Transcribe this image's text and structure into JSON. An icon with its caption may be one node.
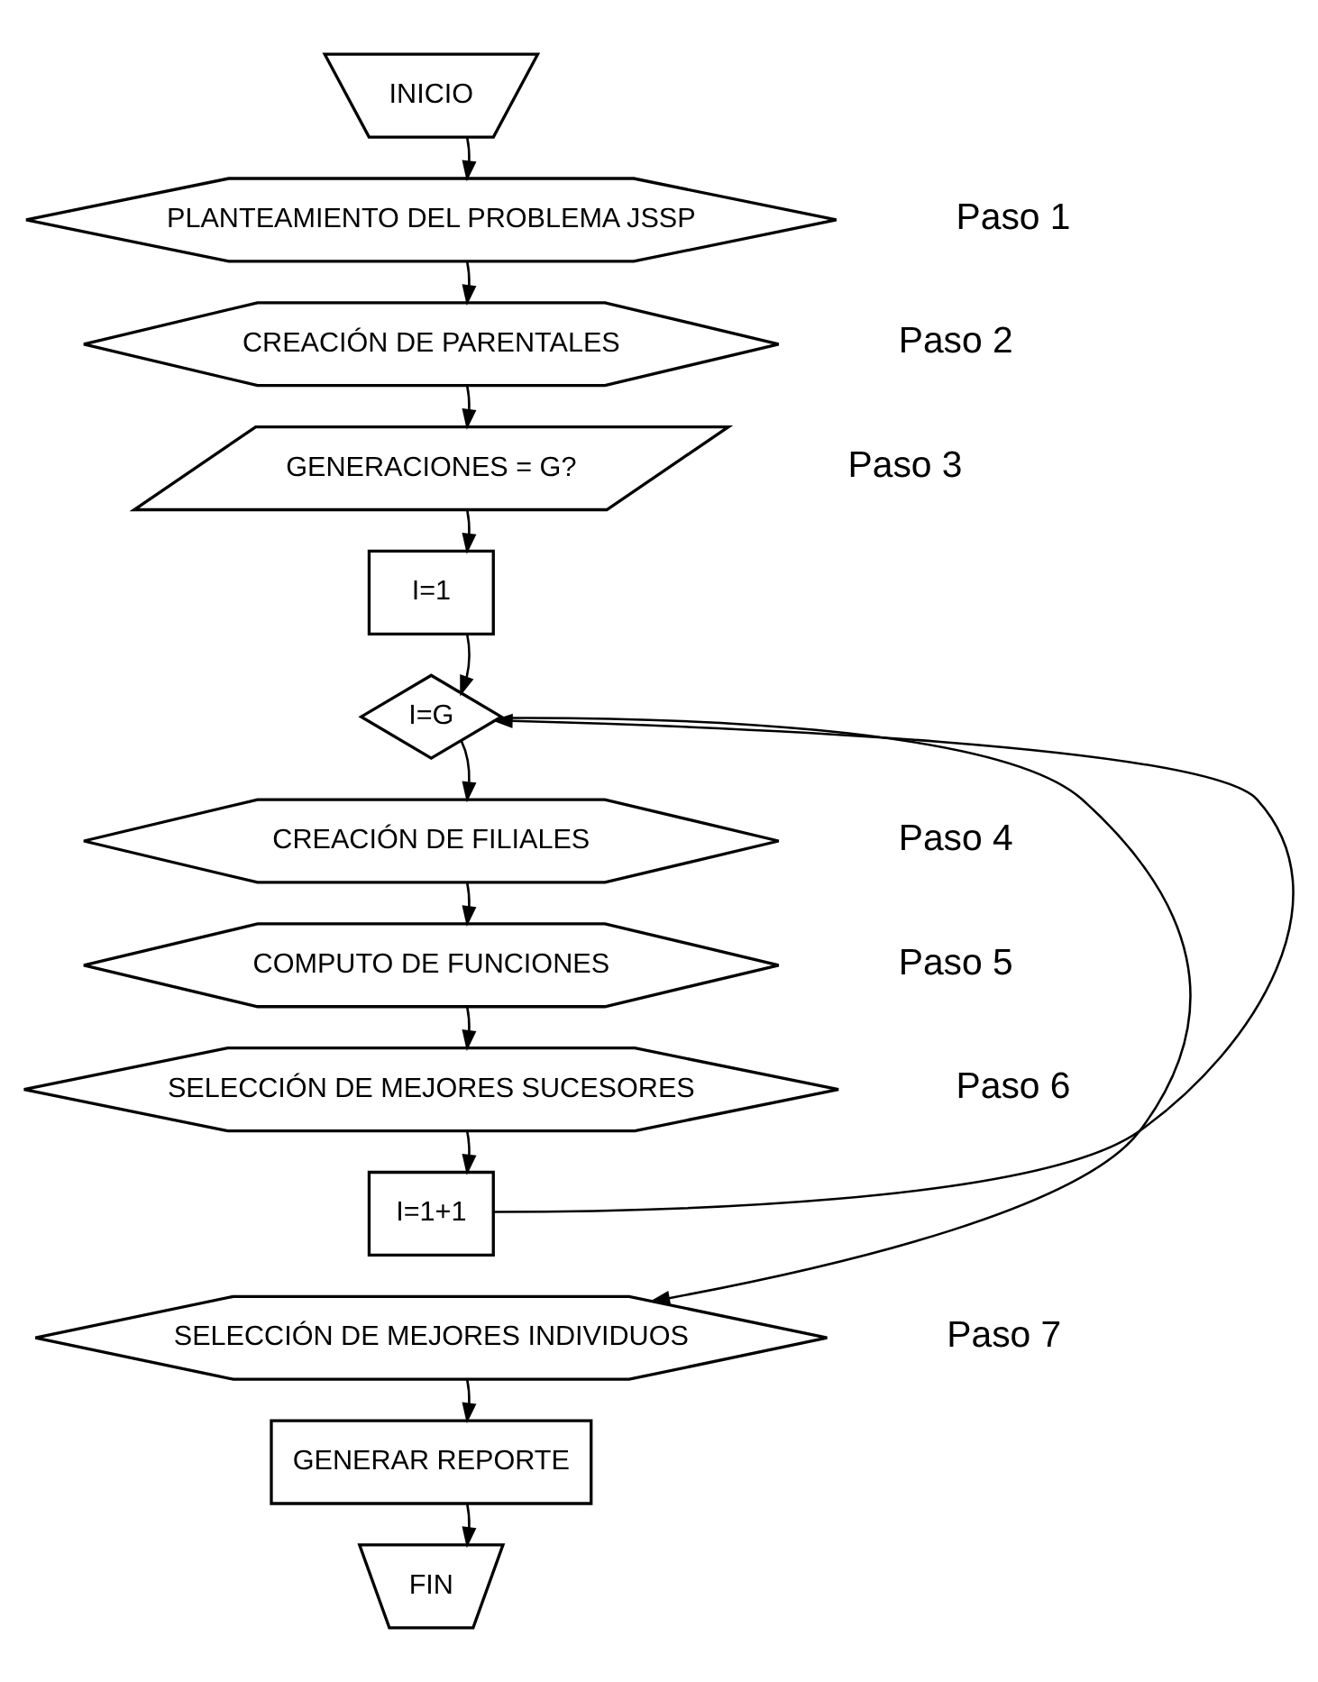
{
  "diagram": {
    "nodes": [
      {
        "text": [
          "INICIO"
        ]
      },
      {
        "text": [
          "PLANTEAMIENTO DEL PROBLEMA JSSP"
        ],
        "beside": [
          "Paso 1"
        ]
      },
      {
        "text": [
          "CREACIÓN DE PARENTALES"
        ],
        "beside": [
          "Paso 2"
        ]
      },
      {
        "text": [
          "GENERACIONES = G?"
        ],
        "beside": [
          "Paso 3"
        ]
      },
      {
        "text": [
          "I=1"
        ]
      },
      {
        "text": [
          "I=G"
        ]
      },
      {
        "text": [
          "CREACIÓN DE FILIALES"
        ],
        "beside": [
          "Paso 4"
        ]
      },
      {
        "text": [
          "COMPUTO DE FUNCIONES"
        ],
        "beside": [
          "Paso 5"
        ]
      },
      {
        "text": [
          "SELECCIÓN DE MEJORES SUCESORES"
        ],
        "beside": [
          "Paso 6"
        ]
      },
      {
        "text": [
          "I=1+1"
        ]
      },
      {
        "text": [
          "SELECCIÓN DE MEJORES INDIVIDUOS"
        ],
        "beside": [
          "Paso 7"
        ]
      },
      {
        "text": [
          "GENERAR REPORTE"
        ]
      },
      {
        "text": [
          "FIN"
        ]
      }
    ],
    "edges": [
      {
        "from": 0,
        "to": 1,
        "arrow": "to"
      },
      {
        "from": 1,
        "to": 2,
        "arrow": "to"
      },
      {
        "from": 2,
        "to": 3,
        "arrow": "to"
      },
      {
        "from": 3,
        "to": 4,
        "arrow": "to"
      },
      {
        "from": 4,
        "to": 5,
        "arrow": "to"
      },
      {
        "from": 5,
        "to": 6,
        "arrow": "to"
      },
      {
        "from": 6,
        "to": 7,
        "arrow": "to"
      },
      {
        "from": 7,
        "to": 8,
        "arrow": "to"
      },
      {
        "from": 8,
        "to": 9,
        "arrow": "to"
      },
      {
        "from": 9,
        "to": 5,
        "arrow": "to"
      },
      {
        "from": 5,
        "to": 10,
        "arrow": "to"
      },
      {
        "from": 10,
        "to": 11,
        "arrow": "to"
      },
      {
        "from": 11,
        "to": 12,
        "arrow": "to"
      }
    ]
  }
}
